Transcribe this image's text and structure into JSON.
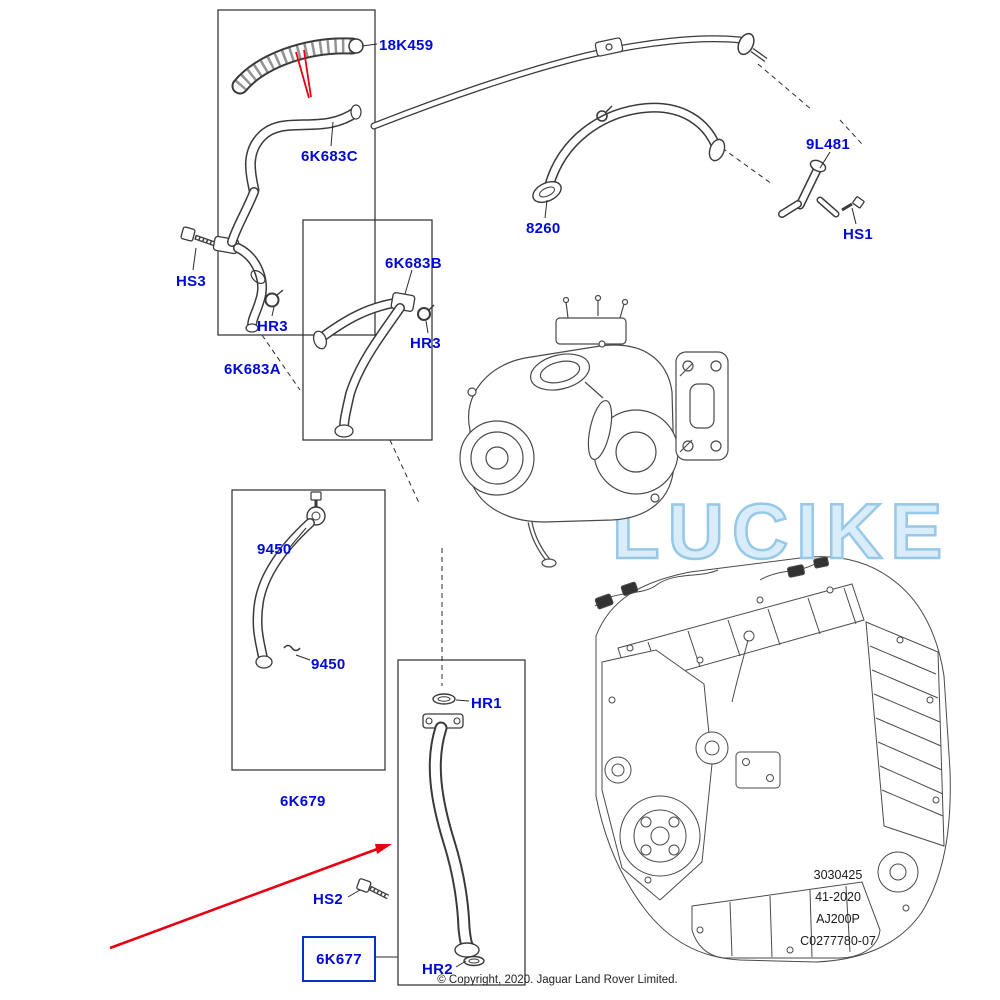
{
  "colors": {
    "label_blue": "#0009d6",
    "arrow_red": "#e60012",
    "watermark_fill": "#d8ecf9",
    "watermark_stroke": "#97c8e8",
    "highlight_box_blue": "#0033cc",
    "line_dark": "#3a3a3a"
  },
  "watermark": {
    "text": "LUCIKE"
  },
  "parts": [
    {
      "label": "18K459"
    },
    {
      "label": "6K683C"
    },
    {
      "label": "8260"
    },
    {
      "label": "9L481"
    },
    {
      "label": "HS1"
    },
    {
      "label": "HS3"
    },
    {
      "label": "HR3"
    },
    {
      "label": "6K683A"
    },
    {
      "label": "6K683B"
    },
    {
      "label": "HR3"
    },
    {
      "label": "9450"
    },
    {
      "label": "9450"
    },
    {
      "label": "6K679"
    },
    {
      "label": "HR1"
    },
    {
      "label": "HS2"
    },
    {
      "label": "6K677"
    },
    {
      "label": "HR2"
    }
  ],
  "plate": {
    "lines": [
      "3030425",
      "41-2020",
      "AJ200P",
      "C0277780-07"
    ]
  },
  "footer": {
    "copyright": "© Copyright, 2020. Jaguar Land Rover Limited."
  }
}
